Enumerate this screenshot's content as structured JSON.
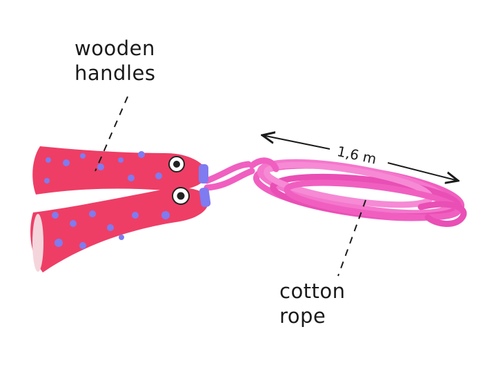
{
  "labels": {
    "handles_line1": "wooden",
    "handles_line2": "handles",
    "rope_line1": "cotton",
    "rope_line2": "rope",
    "length": "1,6 m"
  },
  "colors": {
    "handle": "#ee3e66",
    "dots": "#7f7bf0",
    "rope": "#f05fc0",
    "text": "#1a1a1a"
  }
}
